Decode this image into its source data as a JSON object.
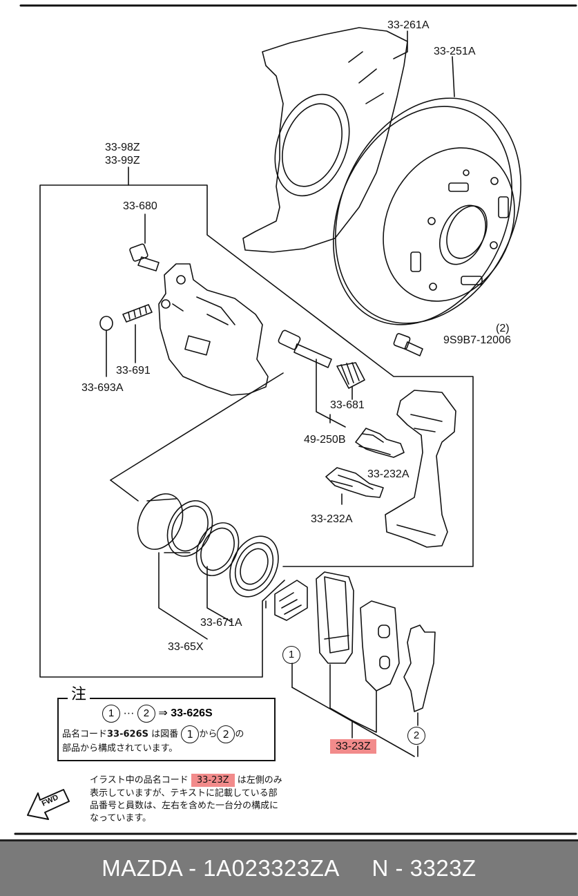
{
  "parts": {
    "shield": "33-261A",
    "disc": "33-251A",
    "caliper_assy_1": "33-98Z",
    "caliper_assy_2": "33-99Z",
    "bleeder": "33-680",
    "guide_pin_bolt": "33-691",
    "bleeder_cap": "33-693A",
    "bracket_bolt_qty": "(2)",
    "bracket_bolt": "9S9B7-12006",
    "guide_boot": "33-681",
    "guide_pin": "49-250B",
    "shim_upper": "33-232A",
    "shim_lower": "33-232A",
    "piston_seal": "33-671A",
    "piston": "33-65X",
    "pad_set": "33-23Z",
    "circle_1": "1",
    "circle_2": "2"
  },
  "note": {
    "title": "注",
    "range_1": "1",
    "range_dots": "···",
    "range_2": "2",
    "arrow": "⇒",
    "kit_code": "33-626S",
    "line2_prefix": "品名コード",
    "line2_code": "33-626S",
    "line2_mid": "は図番",
    "line2_c1": "1",
    "line2_kara": "から",
    "line2_c2": "2",
    "line2_no": "の",
    "line3": "部品から構成されています。"
  },
  "footnote": {
    "line1_a": "イラスト中の品名コード",
    "line1_code": "33-23Z",
    "line1_b": "は左側のみ",
    "line2": "表示していますが、テキストに記載している部",
    "line3": "品番号と員数は、左右を含めた一台分の構成に",
    "line4": "なっています。"
  },
  "fwd_label": "FWD",
  "bottom_bar": {
    "brand": "MAZDA",
    "sep1": " - ",
    "part_number": "1A023323ZA",
    "gap": "     ",
    "code": "N - 3323Z"
  }
}
